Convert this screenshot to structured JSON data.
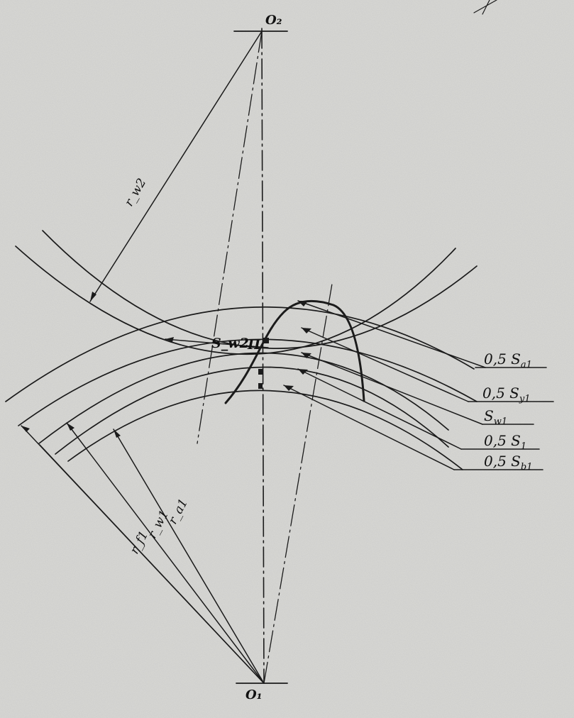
{
  "figure": {
    "paper_color": "#d9d9d6",
    "ink_color": "#1b1b1b",
    "centers": {
      "top": "O₂",
      "bottom": "O₁"
    },
    "pitch_point": "П",
    "tooth_thickness_label": "S_w2",
    "radius_labels": {
      "gear2_pitch": "r_w2",
      "gear1_tip": "r_a1",
      "gear1_pitch": "r_w1",
      "gear1_root": "r_f1"
    },
    "right_labels": [
      {
        "base": "0,5 S",
        "sub": "a1"
      },
      {
        "base": "0,5 S",
        "sub": "y1"
      },
      {
        "base": "S",
        "sub": "w1"
      },
      {
        "base": "0,5 S",
        "sub": "1"
      },
      {
        "base": "0,5 S",
        "sub": "b1"
      }
    ]
  }
}
